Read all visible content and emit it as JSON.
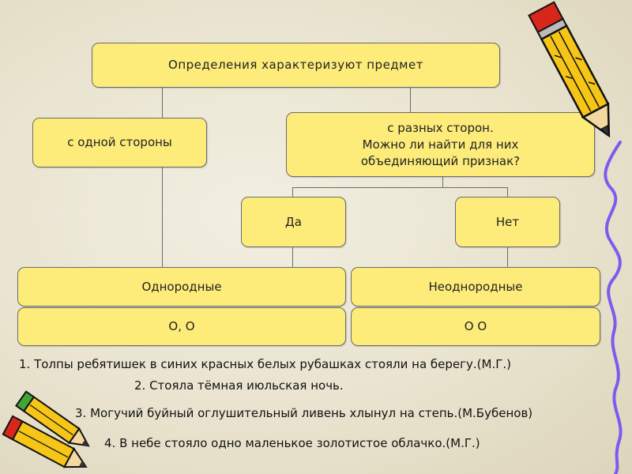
{
  "diagram": {
    "root": "Определения характеризуют предмет",
    "one_side": "с одной стороны",
    "different_sides": [
      "с разных сторон.",
      "Можно ли найти для них",
      "объединяющий признак?"
    ],
    "yes": "Да",
    "no": "Нет",
    "homogeneous": "Однородные",
    "heterogeneous": "Неоднородные",
    "homogeneous_scheme": "О, О",
    "heterogeneous_scheme": "О О"
  },
  "sentences": [
    "1. Толпы ребятишек в синих красных белых рубашках стояли на берегу.(М.Г.)",
    "2. Стояла тёмная июльская ночь.",
    "3. Могучий буйный оглушительный ливень хлынул на степь.(М.Бубенов)",
    "4. В небе стояло одно маленькое золотистое облачко.(М.Г.)"
  ],
  "colors": {
    "box_fill": "#fdec7a",
    "pencil_yellow": "#f5c518",
    "pencil_red": "#d8261b",
    "squiggle": "#7a5cf0"
  },
  "icons": [
    "pencil-icon",
    "pencils-icon",
    "squiggle-line-icon"
  ]
}
